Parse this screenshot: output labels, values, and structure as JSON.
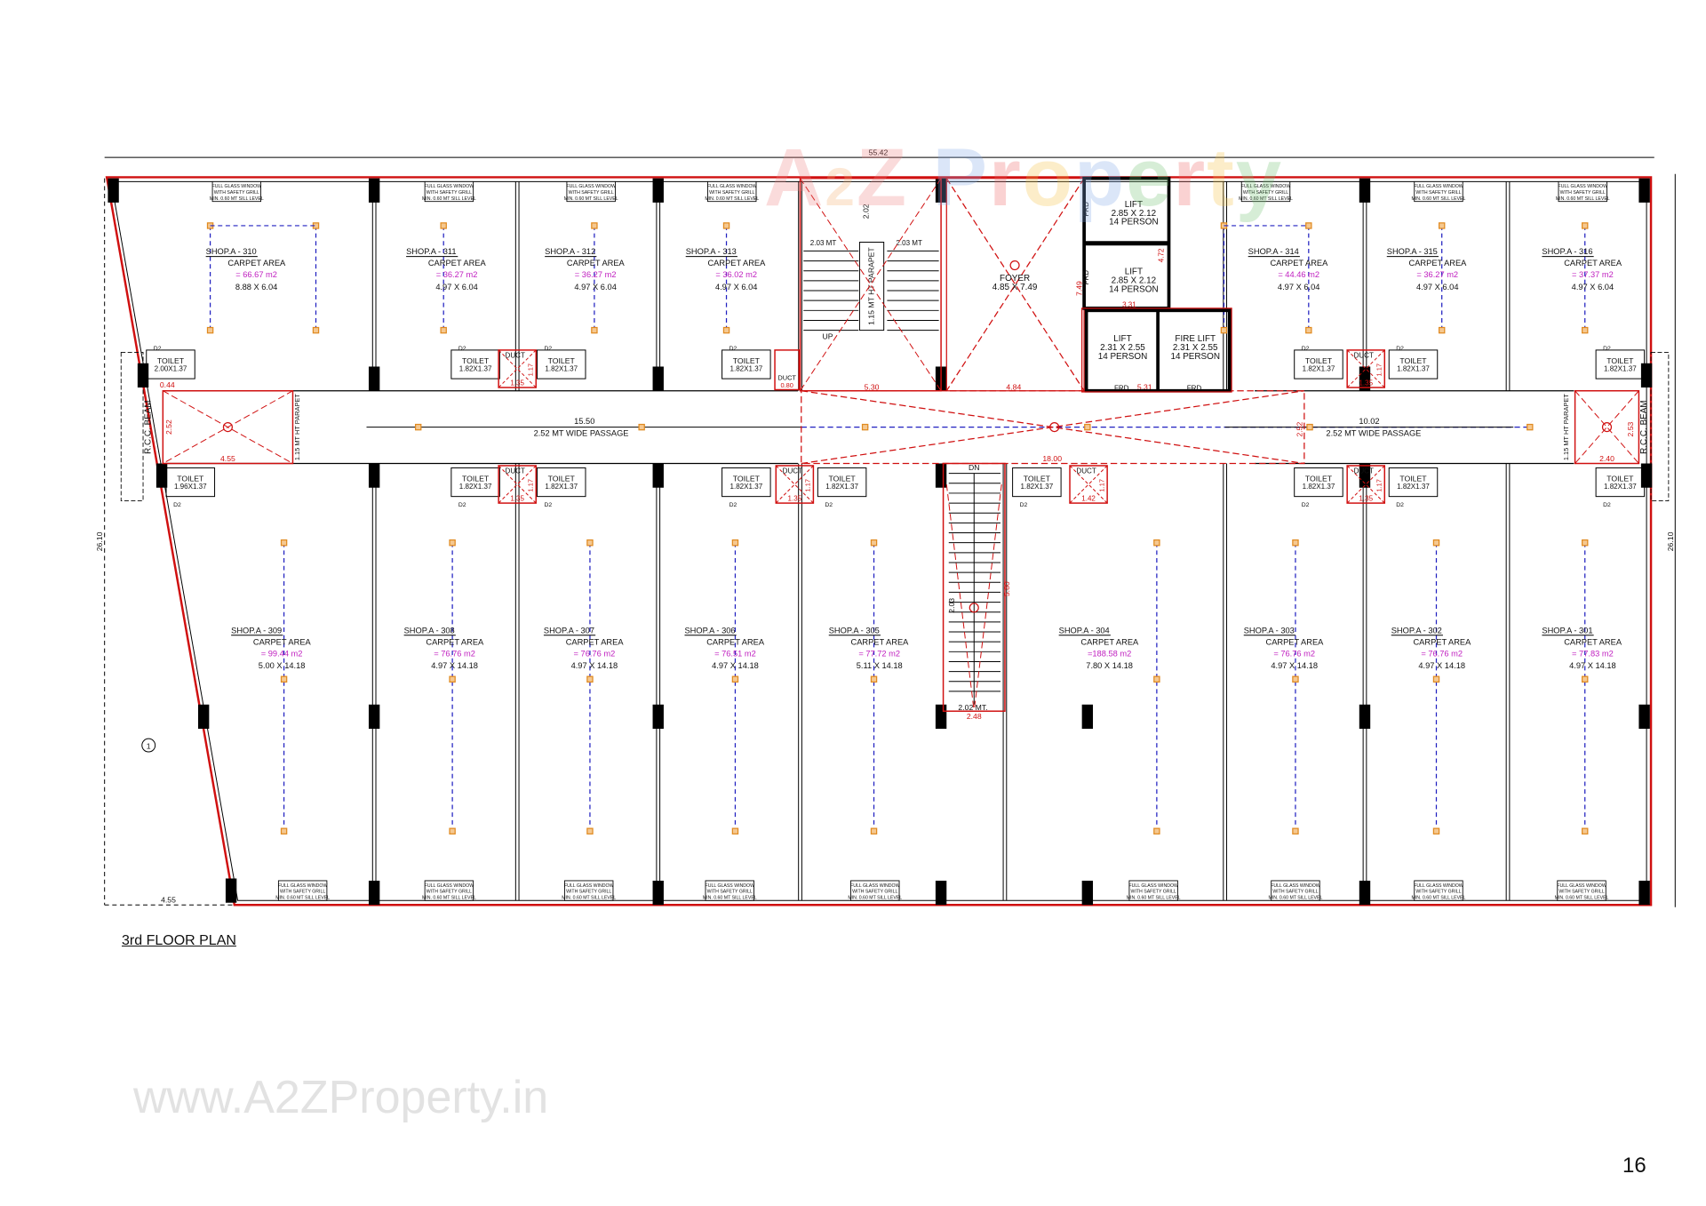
{
  "title": "3rd FLOOR PLAN",
  "page_number": "16",
  "watermark": {
    "logo": "A2Z Property",
    "url": "www.A2ZProperty.in"
  },
  "colors": {
    "wall_outline": "#d01010",
    "area_text": "#c020c0",
    "centerline": "#2020c0",
    "column": "#000000",
    "marker": "#e08a20"
  },
  "dimensions": {
    "overall_width": "55.42",
    "overall_depth_left": "26.10",
    "overall_depth_right": "26.10",
    "left_offset": "4.55",
    "passage_left": "15.50",
    "passage_right": "10.02",
    "passage_label_left": "2.52 MT WIDE PASSAGE",
    "passage_label_right": "2.52 MT WIDE PASSAGE",
    "core_passage_length": "18.00",
    "core_passage_width": "2.52",
    "stair_bay": "5.30",
    "foyer_bay": "4.84",
    "lift_bay": "5.31"
  },
  "shops_top": [
    {
      "name": "SHOP.A - 310",
      "area_label": "CARPET AREA",
      "area": "= 66.67 m2",
      "size": "8.88 X 6.04"
    },
    {
      "name": "SHOP.A - 311",
      "area_label": "CARPET AREA",
      "area": "= 36.27 m2",
      "size": "4.97 X 6.04"
    },
    {
      "name": "SHOP.A - 312",
      "area_label": "CARPET AREA",
      "area": "= 36.27 m2",
      "size": "4.97 X 6.04"
    },
    {
      "name": "SHOP.A - 313",
      "area_label": "CARPET AREA",
      "area": "= 36.02 m2",
      "size": "4.97 X 6.04"
    },
    {
      "name": "SHOP.A - 314",
      "area_label": "CARPET AREA",
      "area": "= 44.46 m2",
      "size": "4.97 X 6.04"
    },
    {
      "name": "SHOP.A - 315",
      "area_label": "CARPET AREA",
      "area": "= 36.27 m2",
      "size": "4.97 X 6.04"
    },
    {
      "name": "SHOP.A - 316",
      "area_label": "CARPET AREA",
      "area": "= 37.37 m2",
      "size": "4.97 X 6.04"
    }
  ],
  "shops_bottom": [
    {
      "name": "SHOP.A - 309",
      "area_label": "CARPET AREA",
      "area": "= 99.44 m2",
      "size": "5.00 X 14.18"
    },
    {
      "name": "SHOP.A - 308",
      "area_label": "CARPET AREA",
      "area": "= 76.76 m2",
      "size": "4.97 X 14.18"
    },
    {
      "name": "SHOP.A - 307",
      "area_label": "CARPET AREA",
      "area": "= 76.76 m2",
      "size": "4.97 X 14.18"
    },
    {
      "name": "SHOP.A - 306",
      "area_label": "CARPET AREA",
      "area": "= 76.51 m2",
      "size": "4.97 X 14.18"
    },
    {
      "name": "SHOP.A - 305",
      "area_label": "CARPET AREA",
      "area": "= 77.72 m2",
      "size": "5.11 X 14.18"
    },
    {
      "name": "SHOP.A - 304",
      "area_label": "CARPET AREA",
      "area": "=188.58 m2",
      "size": "7.80 X 14.18"
    },
    {
      "name": "SHOP.A - 303",
      "area_label": "CARPET AREA",
      "area": "= 76.76 m2",
      "size": "4.97 X 14.18"
    },
    {
      "name": "SHOP.A - 302",
      "area_label": "CARPET AREA",
      "area": "= 76.76 m2",
      "size": "4.97 X 14.18"
    },
    {
      "name": "SHOP.A - 301",
      "area_label": "CARPET AREA",
      "area": "= 77.83 m2",
      "size": "4.97 X 14.18"
    }
  ],
  "toilets_top": [
    "2.00X1.37",
    "1.82X1.37",
    "1.82X1.37",
    "1.82X1.37",
    "1.82X1.37",
    "1.82X1.37",
    "1.82X1.37"
  ],
  "toilets_bottom": [
    "1.96X1.37",
    "1.82X1.37",
    "1.82X1.37",
    "1.82X1.37",
    "1.82X1.37",
    "1.82X1.37",
    "1.82X1.37",
    "1.82X1.37",
    "1.82X1.37"
  ],
  "toilet_label": "TOILET",
  "door_label": "D2",
  "duct_label": "DUCT",
  "duct_dims": [
    "1.35",
    "1.17",
    "1.42",
    "0.80"
  ],
  "window_label": [
    "FULL GLASS WINDOW",
    "WITH SAFETY GRILL",
    "MIN. 0.60 MT SILL LEVEL"
  ],
  "core": {
    "stair_up": "UP",
    "stair_down": "DN",
    "stair_width_left": "2.03 MT",
    "stair_width_right": "2.03 MT",
    "stair_height": "2.02",
    "parapet": "1.15 MT HT PARAPET",
    "foyer_name": "FOYER",
    "foyer_size": "4.85 X 7.49",
    "foyer_depth": "7.49",
    "lift_core_depth": "4.72",
    "lift_core_width": "3.31",
    "lifts": [
      {
        "name": "LIFT",
        "size": "2.85 X 2.12",
        "capacity": "14 PERSON"
      },
      {
        "name": "LIFT",
        "size": "2.85 X 2.12",
        "capacity": "14 PERSON"
      },
      {
        "name": "LIFT",
        "size": "2.31 X 2.55",
        "capacity": "14 PERSON"
      },
      {
        "name": "FIRE LIFT",
        "size": "2.31 X 2.55",
        "capacity": "14 PERSON"
      }
    ],
    "frd": "FRD",
    "stair2_width": "2.02 MT.",
    "stair2_outer": "2.48",
    "stair2_landing": "2.03",
    "stair2_length": "5.80"
  },
  "cutouts": {
    "left": {
      "beam": "R.C.C. BEAM",
      "parapet": "1.15 MT HT PARAPET",
      "width": "4.55",
      "depth": "2.52",
      "offset": "0.44"
    },
    "right": {
      "beam": "R.C.C. BEAM",
      "parapet": "1.15 MT HT PARAPET",
      "width": "2.40",
      "depth": "2.53"
    }
  },
  "grid_marker": "1"
}
